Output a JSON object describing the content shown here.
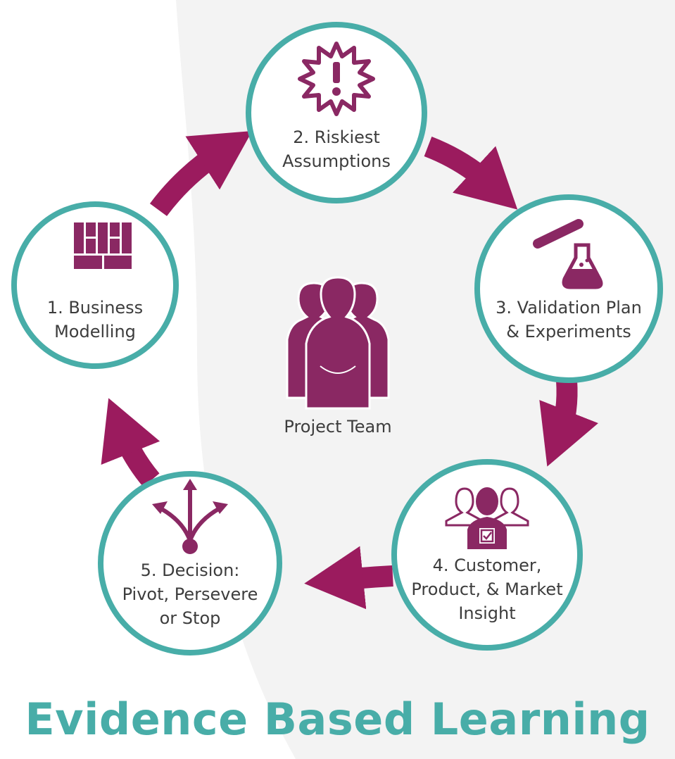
{
  "title": "Evidence Based Learning",
  "center": {
    "label": "Project Team"
  },
  "steps": [
    {
      "line1": "1. Business",
      "line2": "Modelling",
      "icon": "business-model-canvas-icon"
    },
    {
      "line1": "2. Riskiest",
      "line2": "Assumptions",
      "icon": "alert-burst-icon"
    },
    {
      "line1": "3. Validation Plan",
      "line2": "& Experiments",
      "icon": "lab-flask-icon"
    },
    {
      "line1": "4. Customer,",
      "line2": "Product, & Market",
      "line3": "Insight",
      "icon": "customer-insight-icon"
    },
    {
      "line1": "5. Decision:",
      "line2": "Pivot, Persevere",
      "line3": "or Stop",
      "icon": "split-arrows-icon"
    }
  ],
  "colors": {
    "teal": "#48ada8",
    "magenta": "#9b1b5e",
    "icon_purple": "#8a2863",
    "text": "#3d3d3d",
    "background_shape": "#f3f3f3"
  }
}
